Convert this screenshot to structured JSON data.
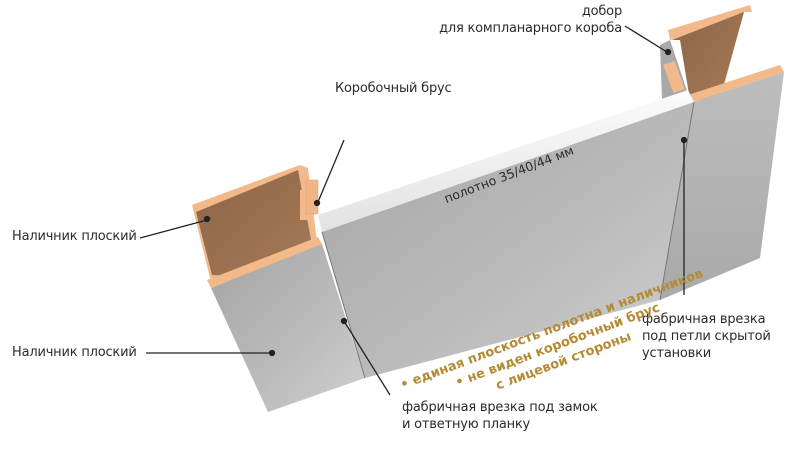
{
  "diagram": {
    "title": "",
    "labels": {
      "dobor_line1": "добор",
      "dobor_line2": "для компланарного короба",
      "frame_beam": "Коробочный брус",
      "door_leaf": "полотно 35/40/44 мм",
      "casing_top": "Наличник плоский",
      "casing_bottom": "Наличник плоский",
      "hinge_cut_line1": "фабричная врезка",
      "hinge_cut_line2": "под петли скрытой",
      "hinge_cut_line3": "установки",
      "lock_cut_line1": "фабричная врезка под замок",
      "lock_cut_line2": "и ответную планку"
    },
    "features": {
      "line1": "• единая плоскость полотна и наличников",
      "line2": "• не виден коробочный брус",
      "line3": "с лицевой стороны"
    },
    "colors": {
      "background": "#ffffff",
      "wood_edge": "#f2b98a",
      "wood_face": "#9a6f4f",
      "panel_gray": "#b5b5b5",
      "panel_light": "#f4f4f4",
      "leader_line": "#222222",
      "label_text": "#2b2b2b",
      "feature_text": "#b58a35"
    }
  }
}
